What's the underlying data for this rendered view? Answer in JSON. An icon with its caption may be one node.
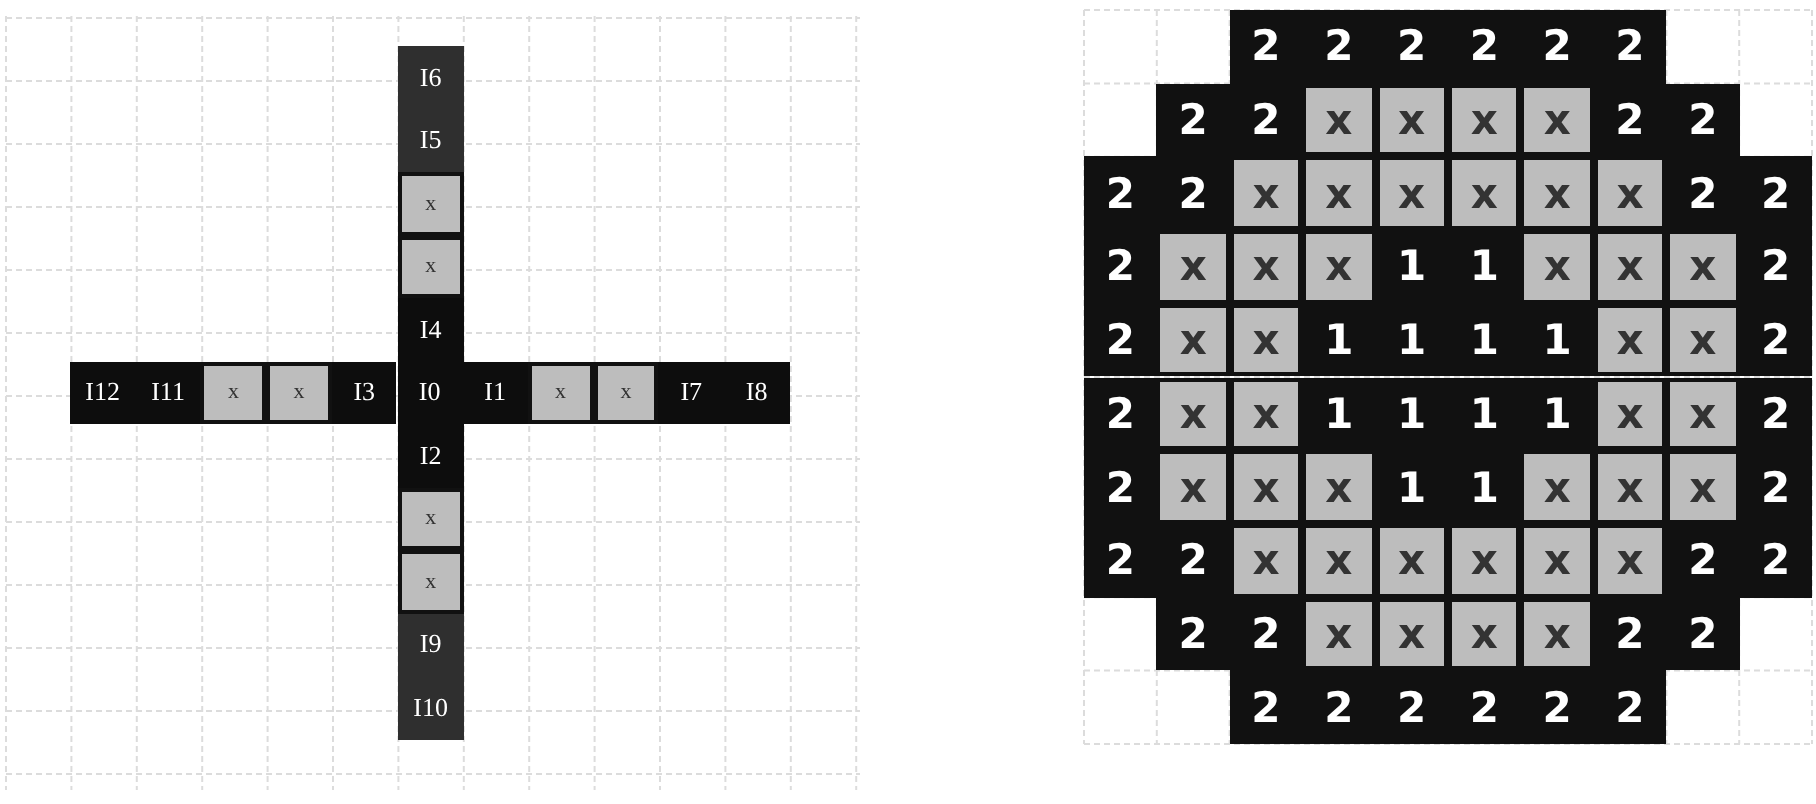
{
  "diagram": {
    "labels": [
      "I6",
      "I5",
      "x",
      "x",
      "I4",
      "I12",
      "I11",
      "x",
      "x",
      "I3",
      "I0",
      "I1",
      "x",
      "x",
      "I7",
      "I8",
      "I2",
      "x",
      "x",
      "I9",
      "I10",
      "2",
      "2",
      "2",
      "2",
      "2",
      "2",
      "2",
      "2",
      "x",
      "x",
      "x",
      "x",
      "2",
      "2",
      "2",
      "2",
      "x",
      "x",
      "x",
      "x",
      "x",
      "x",
      "2",
      "2",
      "2",
      "x",
      "x",
      "x",
      "1",
      "1",
      "x",
      "x",
      "x",
      "2",
      "2",
      "x",
      "x",
      "1",
      "1",
      "1",
      "1",
      "x",
      "x",
      "2",
      "2",
      "x",
      "x",
      "1",
      "1",
      "1",
      "1",
      "x",
      "x",
      "2",
      "2",
      "x",
      "x",
      "x",
      "1",
      "1",
      "x",
      "x",
      "x",
      "2",
      "2",
      "2",
      "x",
      "x",
      "x",
      "x",
      "x",
      "x",
      "2",
      "2",
      "2",
      "2",
      "x",
      "x",
      "x",
      "x",
      "2",
      "2",
      "2",
      "2",
      "2",
      "2",
      "2",
      "2"
    ]
  }
}
